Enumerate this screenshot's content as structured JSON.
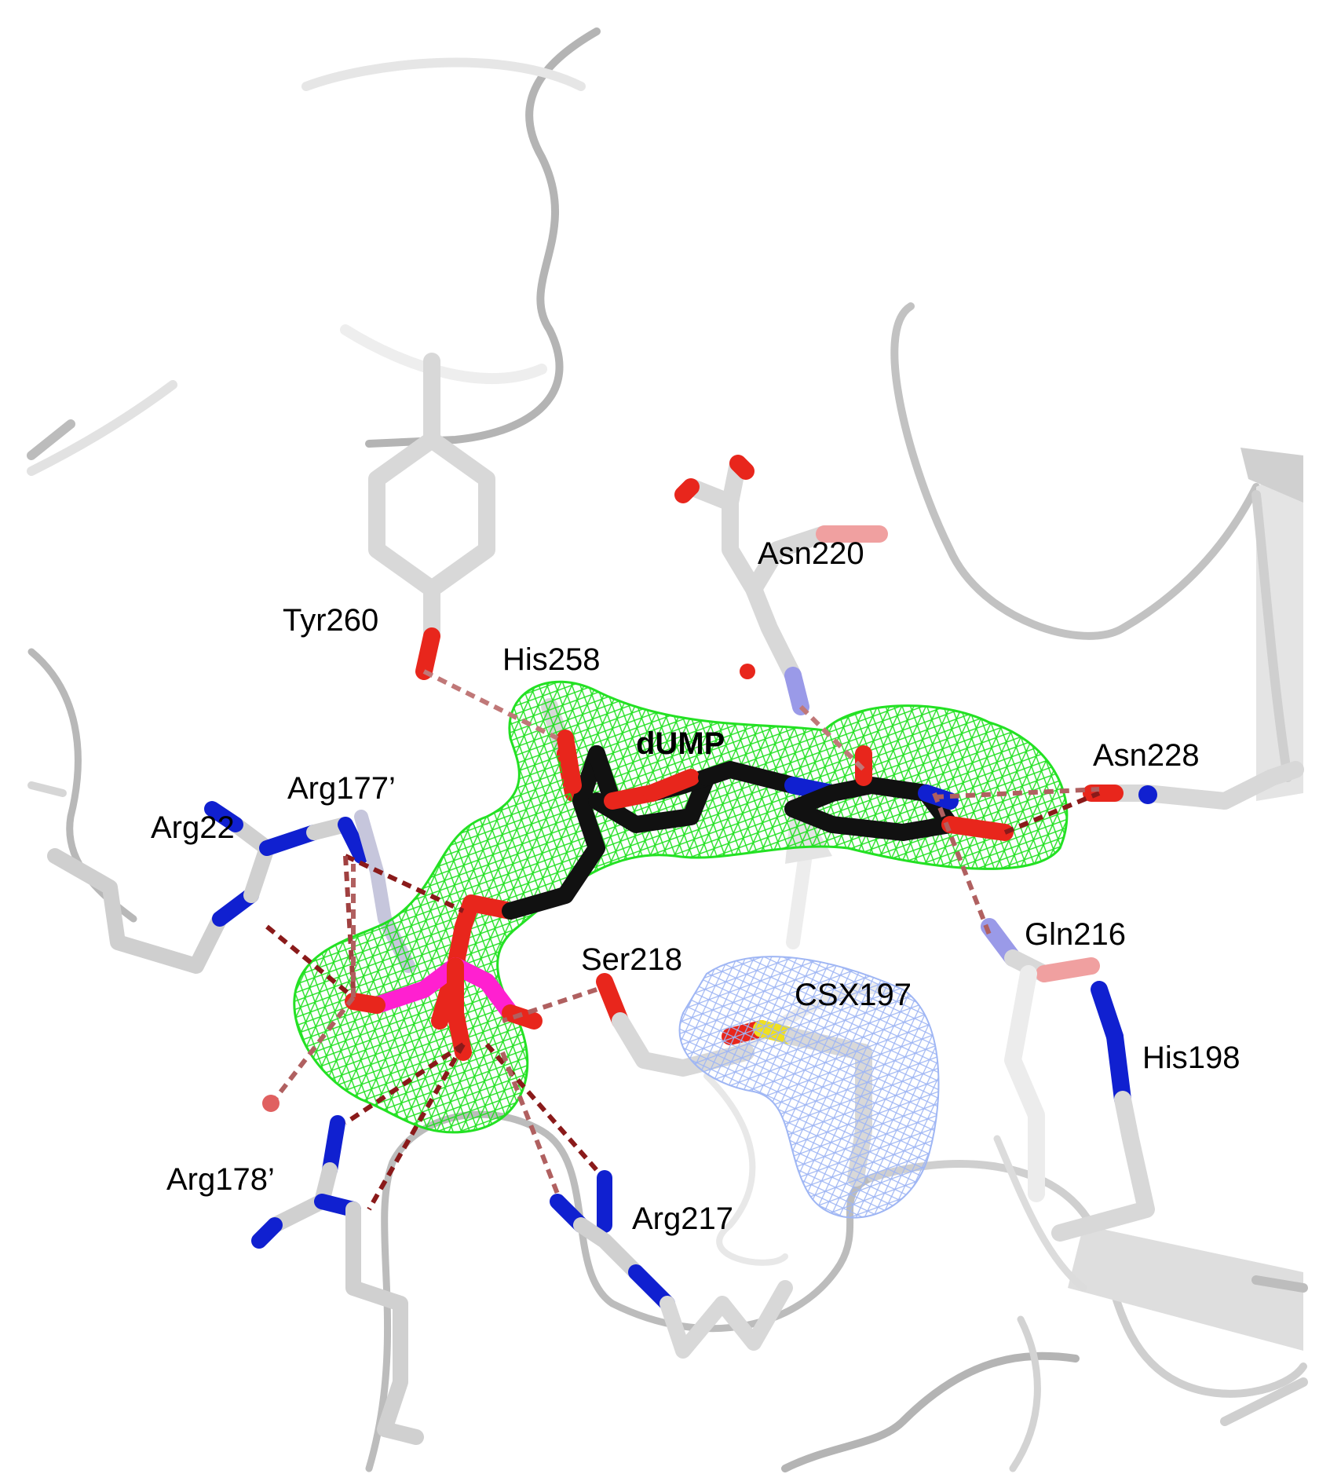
{
  "figure": {
    "ligand_label": "dUMP",
    "residue_labels": {
      "tyr260": "Tyr260",
      "his258": "His258",
      "asn220": "Asn220",
      "asn228": "Asn228",
      "arg177p": "Arg177’",
      "arg22": "Arg22",
      "ser218": "Ser218",
      "csx197": "CSX197",
      "gln216": "Gln216",
      "his198": "His198",
      "arg178p": "Arg178’",
      "arg217": "Arg217"
    },
    "colors": {
      "ligand_carbon": "#111111",
      "protein_carbon": "#d8d8d8",
      "oxygen": "#e8261c",
      "nitrogen": "#1020d0",
      "phosphorus": "#ff20d0",
      "sulfur": "#f0e020",
      "ligand_density_mesh": "#18e018",
      "csx_density_mesh": "#9fb6f4",
      "hbond": "#8a1a1a",
      "cartoon": "#c8c8c8"
    }
  }
}
